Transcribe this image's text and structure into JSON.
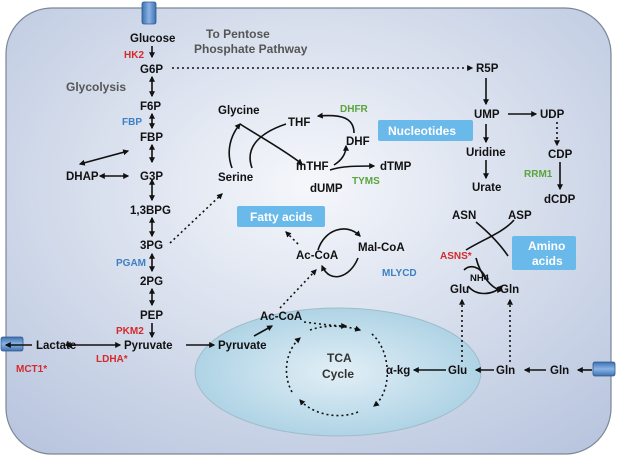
{
  "labels": {
    "pentose_line1": "To Pentose",
    "pentose_line2": "Phosphate Pathway",
    "glycolysis": "Glycolysis",
    "tca_line1": "TCA",
    "tca_line2": "Cycle"
  },
  "boxes": {
    "nucleotides": "Nucleotides",
    "fatty_acids": "Fatty acids",
    "amino_line1": "Amino",
    "amino_line2": "acids"
  },
  "metabolites": {
    "glucose": "Glucose",
    "g6p": "G6P",
    "f6p": "F6P",
    "fbp": "FBP",
    "dhap": "DHAP",
    "g3p": "G3P",
    "bpg13": "1,3BPG",
    "pg3": "3PG",
    "pg2": "2PG",
    "pep": "PEP",
    "pyruvate": "Pyruvate",
    "lactate": "Lactate",
    "pyruvate_mito": "Pyruvate",
    "accoa_mito": "Ac-CoA",
    "accoa": "Ac-CoA",
    "malcoa": "Mal-CoA",
    "glycine": "Glycine",
    "serine": "Serine",
    "thf": "THF",
    "mthf": "mTHF",
    "dhf": "DHF",
    "dump": "dUMP",
    "dtmp": "dTMP",
    "r5p": "R5P",
    "ump": "UMP",
    "udp": "UDP",
    "uridine": "Uridine",
    "cdp": "CDP",
    "urate": "Urate",
    "dcdp": "dCDP",
    "asn": "ASN",
    "asp": "ASP",
    "nh4": "NH4",
    "glu": "Glu",
    "gln": "Gln",
    "akg": "α-kg",
    "glu_bottom": "Glu",
    "gln_bottom": "Gln",
    "gln_outer": "Gln"
  },
  "enzymes": {
    "hk2": "HK2",
    "fbp": "FBP",
    "pgam": "PGAM",
    "pkm2": "PKM2",
    "ldha": "LDHA*",
    "mct1": "MCT1*",
    "dhfr": "DHFR",
    "tyms": "TYMS",
    "rrm1": "RRM1",
    "asns": "ASNS*",
    "mlycd": "MLYCD"
  },
  "colors": {
    "cell_fill": "#cbd6ea",
    "cell_border": "#7a8797",
    "box_fill": "#69b9ea",
    "mito_fill": "#b2d6e6",
    "enzyme_red": "#d42a2a",
    "enzyme_blue": "#3d7fc4",
    "enzyme_green": "#5aa43c",
    "transporter": "#5b8fd0"
  }
}
